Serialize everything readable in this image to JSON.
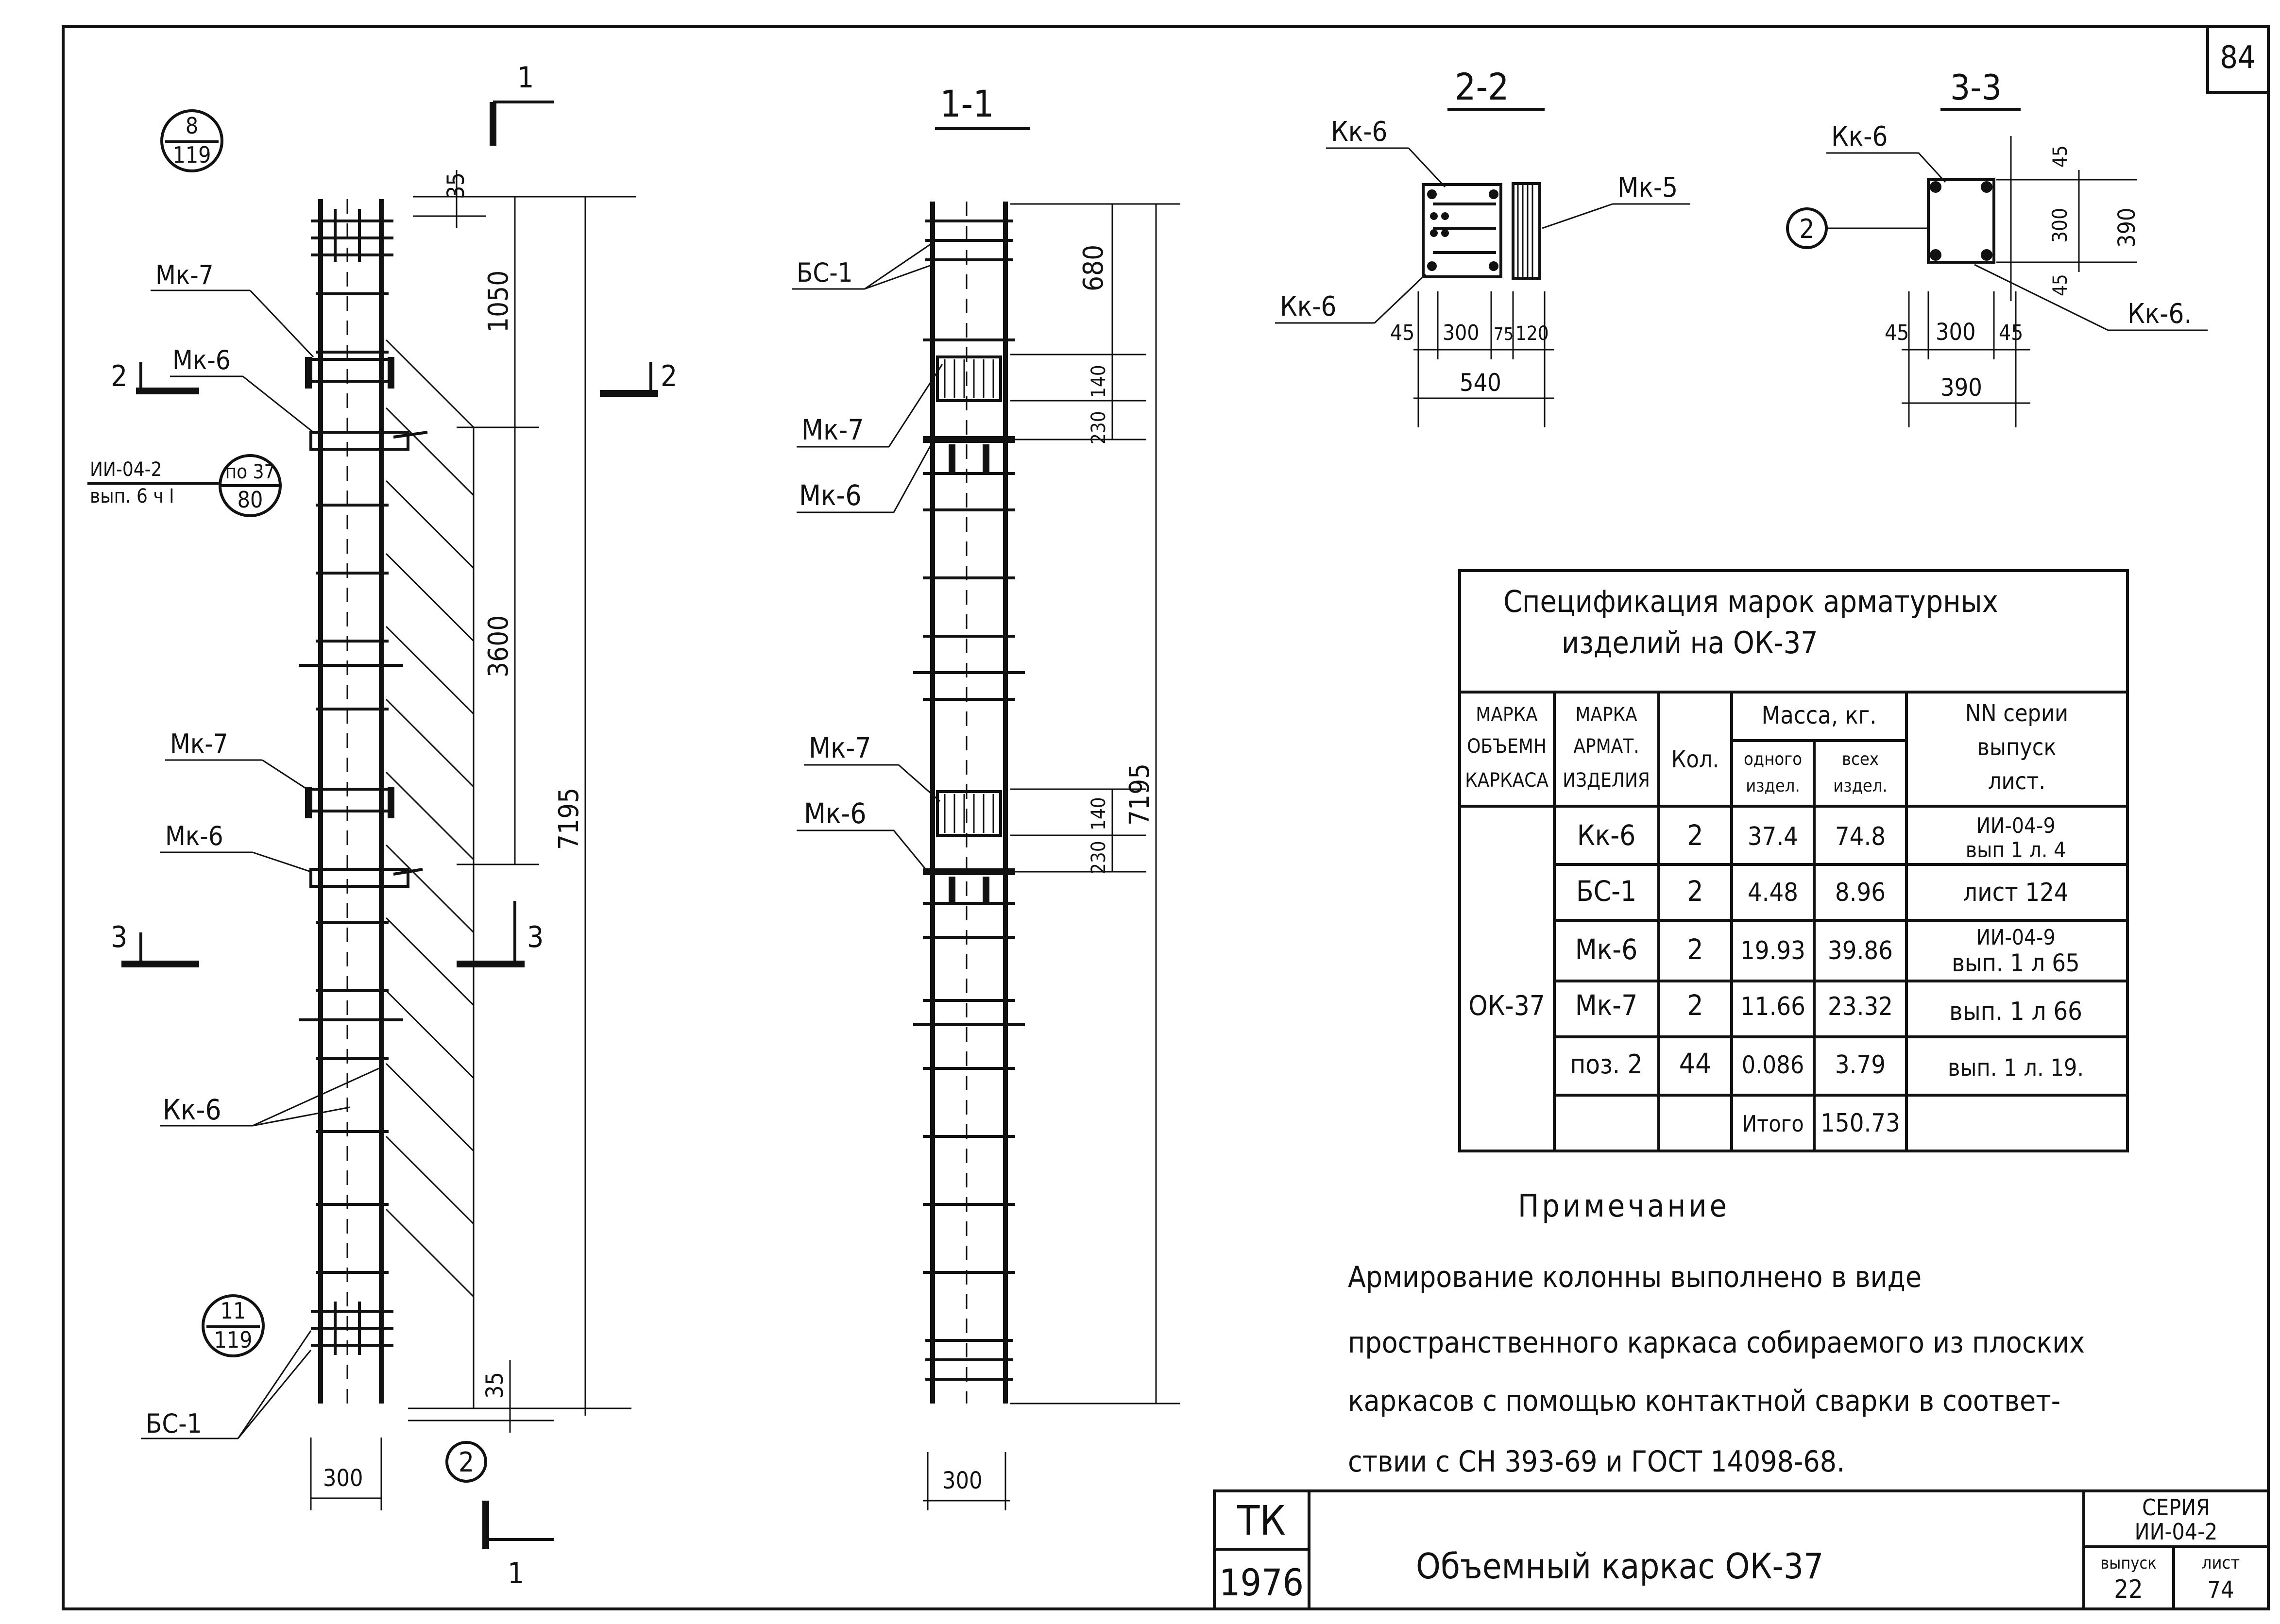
{
  "sheet": {
    "page_number": "84"
  },
  "views": {
    "elevation": {
      "section_mark_1_top": "1",
      "section_mark_1_bottom": "1",
      "section_mark_2_left": "2",
      "section_mark_2_right": "2",
      "section_mark_3_left": "3",
      "section_mark_3_right": "3",
      "callout_8_top": "8",
      "callout_8_bottom": "119",
      "callout_11_top": "11",
      "callout_11_bottom": "119",
      "callout_37_top": "по 37",
      "callout_37_bottom": "80",
      "ref_series": "ИИ-04-2",
      "ref_issue": "вып. 6 ч I",
      "mk7_upper": "Мк-7",
      "mk6_upper": "Мк-6",
      "mk7_lower": "Мк-7",
      "mk6_lower": "Мк-6",
      "kk6": "Кк-6",
      "bs1": "БС-1",
      "pos2": "2",
      "dim_35_top": "35",
      "dim_1050": "1050",
      "dim_3600": "3600",
      "dim_7195": "7195",
      "dim_35_bottom": "35",
      "dim_300": "300"
    },
    "section_1_1": {
      "title": "1-1",
      "bs1": "БС-1",
      "mk7_upper": "Мк-7",
      "mk6_upper": "Мк-6",
      "mk7_lower": "Мк-7",
      "mk6_lower": "Мк-6",
      "dim_680": "680",
      "dim_230_upper": "230",
      "dim_140_upper": "140",
      "dim_230_lower": "230",
      "dim_140_lower": "140",
      "dim_7195": "7195",
      "dim_300": "300"
    },
    "section_2_2": {
      "title": "2-2",
      "kk6_top": "Кк-6",
      "kk6_bottom": "Кк-6",
      "mk5": "Мк-5",
      "dim_45": "45",
      "dim_300": "300",
      "dim_75": "75",
      "dim_120": "120",
      "dim_540": "540"
    },
    "section_3_3": {
      "title": "3-3",
      "kk6_top": "Кк-6",
      "kk6_right": "Кк-6.",
      "pos2": "2",
      "dim_45_top": "45",
      "dim_300_v": "300",
      "dim_45_v": "45",
      "dim_390_v": "390",
      "dim_45_left": "45",
      "dim_300_h": "300",
      "dim_45_right": "45",
      "dim_390_h": "390"
    }
  },
  "spec_table": {
    "title_line1": "Спецификация марок арматурных",
    "title_line2": "изделий на ОК-37",
    "headers": {
      "col1": [
        "МАРКА",
        "ОБЪЕМН",
        "КАРКАСА"
      ],
      "col2": [
        "МАРКА",
        "АРМАТ.",
        "ИЗДЕЛИЯ"
      ],
      "col3": "Кол.",
      "col45": "Масса, кг.",
      "col4": [
        "одного",
        "издел."
      ],
      "col5": [
        "всех",
        "издел."
      ],
      "col6": [
        "NN серии",
        "выпуск",
        "лист."
      ]
    },
    "frame_mark": "ОК-37",
    "rows": [
      {
        "item": "Кк-6",
        "qty": "2",
        "mass_one": "37.4",
        "mass_all": "74.8",
        "ref_line1": "ИИ-04-9",
        "ref_line2": "вып 1 л. 4"
      },
      {
        "item": "БС-1",
        "qty": "2",
        "mass_one": "4.48",
        "mass_all": "8.96",
        "ref_line1": "лист 124",
        "ref_line2": ""
      },
      {
        "item": "Мк-6",
        "qty": "2",
        "mass_one": "19.93",
        "mass_all": "39.86",
        "ref_line1": "ИИ-04-9",
        "ref_line2": "вып. 1 л 65"
      },
      {
        "item": "Мк-7",
        "qty": "2",
        "mass_one": "11.66",
        "mass_all": "23.32",
        "ref_line1": "вып. 1 л 66",
        "ref_line2": ""
      },
      {
        "item": "поз. 2",
        "qty": "44",
        "mass_one": "0.086",
        "mass_all": "3.79",
        "ref_line1": "вып. 1 л. 19.",
        "ref_line2": ""
      }
    ],
    "total_label": "Итого",
    "total_value": "150.73"
  },
  "note": {
    "heading": "Примечание",
    "line1": "Армирование колонны выполнено   в виде",
    "line2": "пространственного каркаса собираемого из плоских",
    "line3": "каркасов с помощью контактной сварки в соответ-",
    "line4": "ствии с СН 393-69 и ГОСТ 14098-68."
  },
  "title_block": {
    "org": "ТК",
    "year": "1976",
    "title": "Объемный каркас ОК-37",
    "series_label": "СЕРИЯ",
    "series_value": "ИИ-04-2",
    "issue_label": "выпуск",
    "issue_value": "22",
    "sheet_label": "лист",
    "sheet_value": "74"
  }
}
